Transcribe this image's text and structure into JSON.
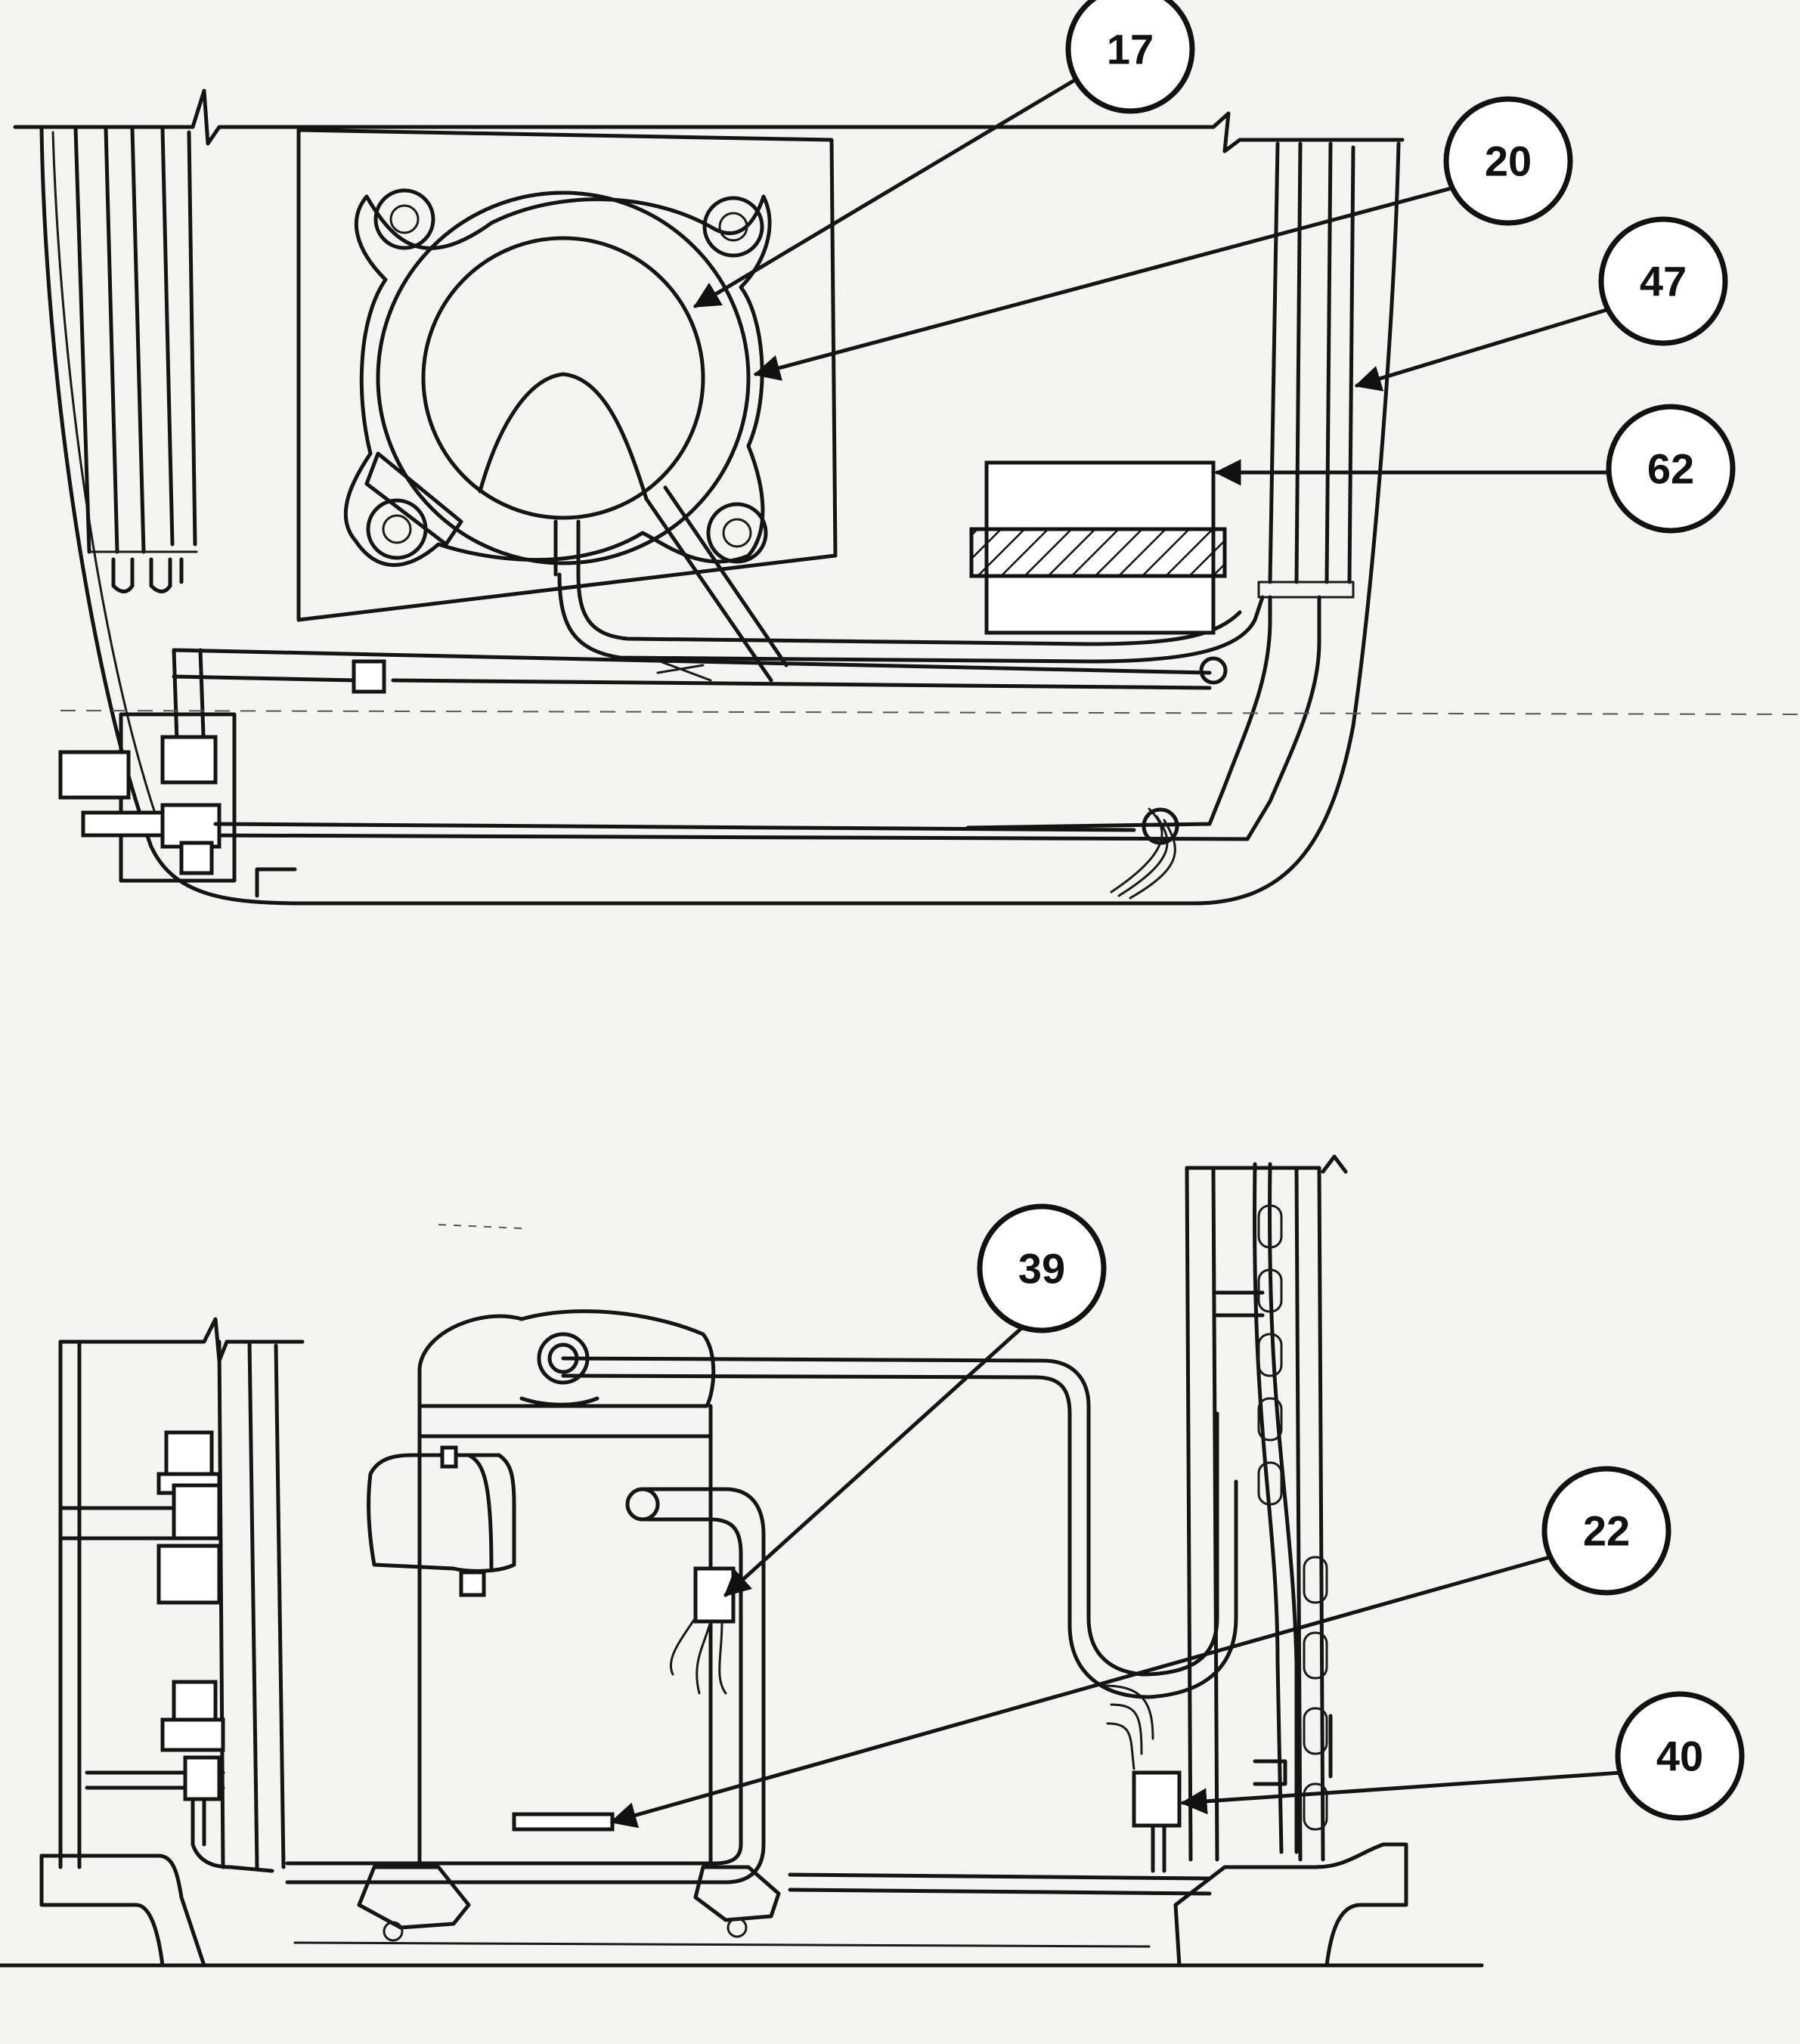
{
  "callouts_top": [
    {
      "id": "callout-17",
      "number": "17"
    },
    {
      "id": "callout-20",
      "number": "20"
    },
    {
      "id": "callout-47",
      "number": "47"
    },
    {
      "id": "callout-62",
      "number": "62"
    }
  ],
  "callouts_bottom": [
    {
      "id": "callout-39",
      "number": "39"
    },
    {
      "id": "callout-22",
      "number": "22"
    },
    {
      "id": "callout-40",
      "number": "40"
    }
  ]
}
